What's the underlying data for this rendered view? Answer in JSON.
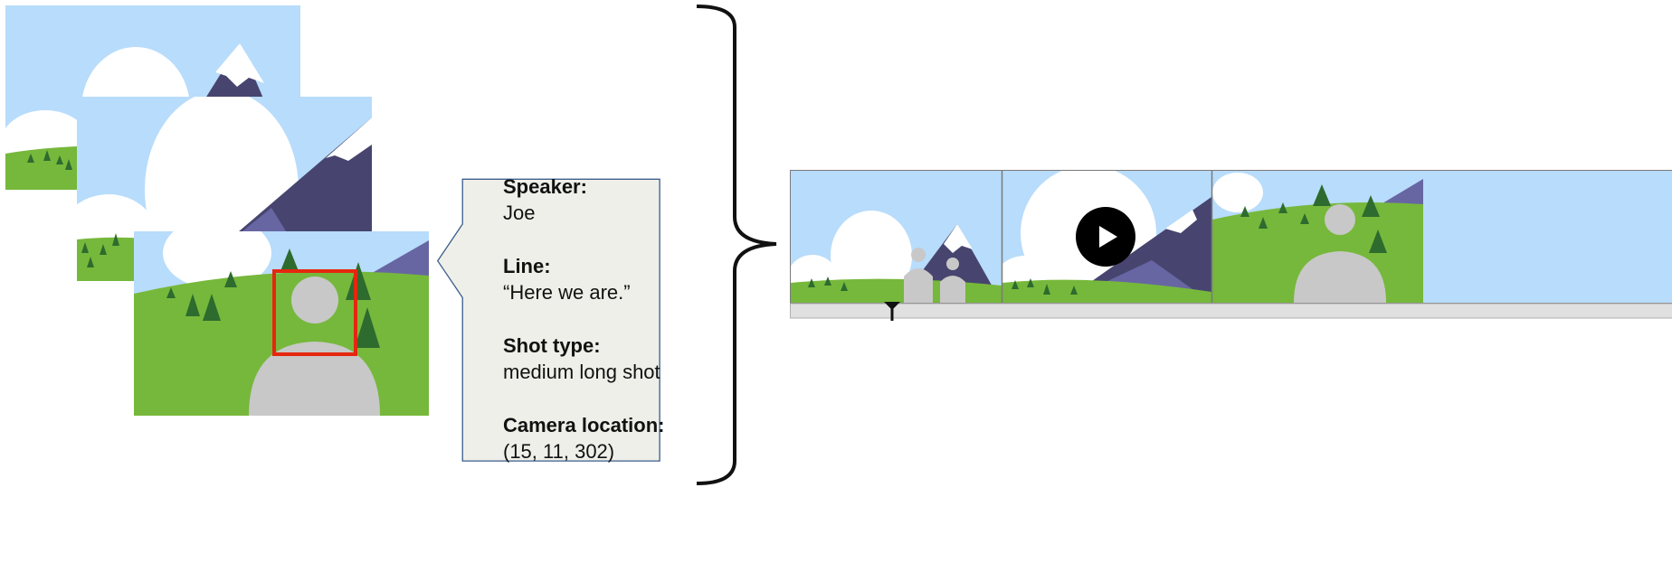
{
  "metadata": {
    "fields": [
      {
        "label": "Speaker:",
        "value": "Joe"
      },
      {
        "label": "Line:",
        "value": "“Here we are.”"
      },
      {
        "label": "Shot type:",
        "value": "medium long shot"
      },
      {
        "label": "Camera location:",
        "value": "(15, 11, 302)"
      }
    ]
  },
  "colors": {
    "sky": "#b8dcfb",
    "cloud": "#ffffff",
    "mountain": "#47456f",
    "mountain_light": "#6766a3",
    "grass": "#76b83b",
    "tree": "#2e6b2e",
    "figure": "#c8c8c8",
    "face_box": "#e5270f",
    "card_bg": "#efefe9",
    "card_border": "#3b5f8c",
    "timeline_bar": "#e0e0e0"
  },
  "icons": {
    "play": "play-icon",
    "playhead": "playhead-marker-icon",
    "brace": "right-curly-brace-icon"
  }
}
